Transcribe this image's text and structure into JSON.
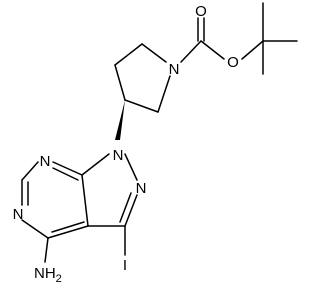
{
  "atoms": {
    "o_carbonyl": "O",
    "o_ester": "O",
    "n_pyrrolidine": "N",
    "n_pyrazole_1": "N",
    "n_pyrazole_2": "N",
    "n_pyrimidine_top": "N",
    "n_pyrimidine_left": "N",
    "amine": "NH",
    "amine_subscript": "2",
    "iodine": "I"
  },
  "colors": {
    "bond": "#000000",
    "label": "#000000",
    "background": "#ffffff"
  }
}
